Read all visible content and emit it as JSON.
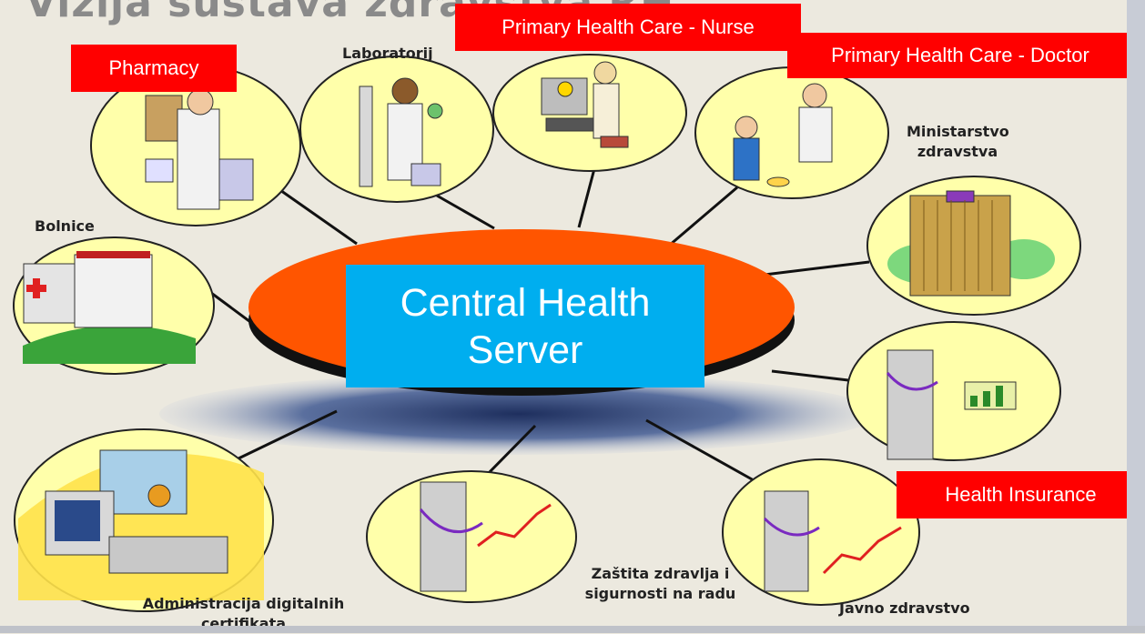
{
  "slide": {
    "title": "Vizija sustava zdravstva RH"
  },
  "center": {
    "line1": "Central Health",
    "line2": "Server"
  },
  "nodes": {
    "pharmacy": "Pharmacy",
    "laboratorij": "Laboratorij",
    "nurse": "Primary Health Care - Nurse",
    "doctor": "Primary Health Care - Doctor",
    "ministarstvo_1": "Ministarstvo",
    "ministarstvo_2": "zdravstva",
    "bolnice": "Bolnice",
    "health_insurance": "Health Insurance",
    "zastita_1": "Zaštita zdravlja i",
    "zastita_2": "sigurnosti na radu",
    "javno": "Javno zdravstvo",
    "admin_1": "Administracija digitalnih",
    "admin_2": "certifikata"
  },
  "colors": {
    "background": "#ECE9DF",
    "ellipse_fill": "#FFFFAA",
    "server_disk": "#FF5500",
    "server_label_bg": "#00AEEF",
    "red_label_bg": "#FF0000"
  }
}
